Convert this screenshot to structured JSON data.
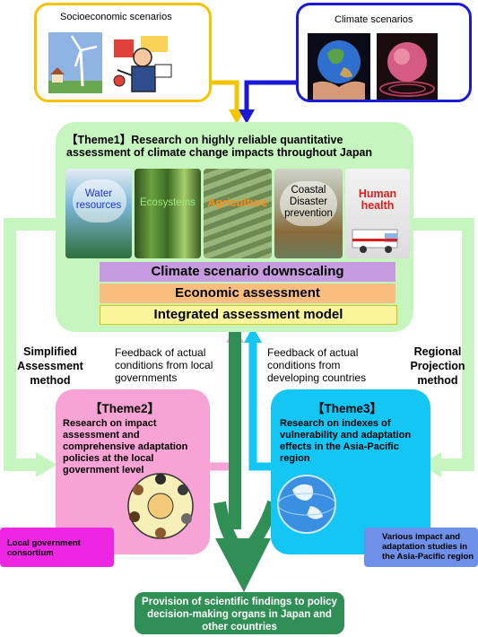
{
  "socio": {
    "label": "Socioeconomic scenarios"
  },
  "climate": {
    "label": "Climate scenarios"
  },
  "theme1": {
    "title": "【Theme1】Research on highly reliable quantitative assessment of climate change impacts throughout Japan",
    "photos": [
      {
        "label": "Water resources",
        "color": "#1f35d8"
      },
      {
        "label": "Ecosystems",
        "color": "#9ee67c"
      },
      {
        "label": "Agriculture",
        "color": "#ff8c1a"
      },
      {
        "label": "Coastal Disaster prevention",
        "color": "#000000"
      },
      {
        "label": "Human health",
        "color": "#e21c1c"
      }
    ],
    "bars": [
      {
        "label": "Climate scenario downscaling",
        "color": "#c79bdf"
      },
      {
        "label": "Economic assessment",
        "color": "#f9bd7e"
      },
      {
        "label": "Integrated assessment model",
        "color": "#fbf59a"
      }
    ]
  },
  "left_method": "Simplified Assessment method",
  "right_method": "Regional Projection method",
  "feedback_left": "Feedback of actual conditions from local governments",
  "feedback_right": "Feedback of actual conditions from developing countries",
  "theme2": {
    "title": "【Theme2】",
    "text": "Research on impact assessment and comprehensive adaptation policies at the local government level"
  },
  "theme3": {
    "title": "【Theme3】",
    "text": "Research on indexes of vulnerability and adaptation effects in the Asia-Pacific region"
  },
  "local_consortium": "Local government consortium",
  "various_studies": "Various impact and adaptation studies in the Asia-Pacific region",
  "final": "Provision of scientific findings to policy decision-making organs in Japan and other countries"
}
